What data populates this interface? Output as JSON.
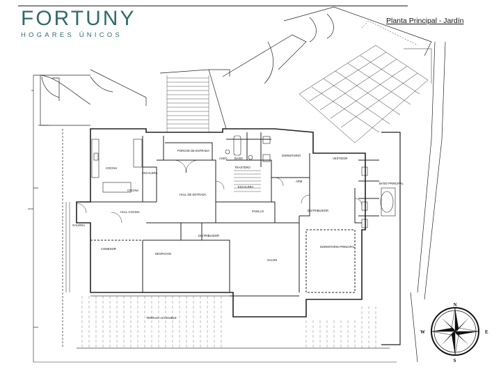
{
  "brand": {
    "name": "FORTUNY",
    "tagline": "HOGARES ÚNICOS",
    "color": "#2f6b6a"
  },
  "plan_title": "Planta Principal - Jardín",
  "rooms": {
    "cocina": "COCINA",
    "escalera_1": "ESCALERA",
    "cocina_2": "COCINA",
    "hall_cocina": "HALL COCINA",
    "galeria": "GALERIA",
    "comedor": "COMEDOR",
    "porche": "PORCHE DE ENTRADA",
    "hall_entrada": "HALL DE ENTRADA",
    "aseo": "ASEO",
    "bano": "BAÑO",
    "trastero": "TRASTERO",
    "escalera_2": "ESCALERA",
    "pasillo": "PASILLO",
    "dormitorio": "DORMITORIO",
    "arm": "ARM",
    "vestidor": "VESTIDOR",
    "distribuidor_1": "DISTRIBUIDOR",
    "distribuidor_2": "DISTRIBUIDOR",
    "despacho": "DESPACHO",
    "salon": "SALON",
    "dormitorio_principal": "DORMITORIO PRINCIPAL",
    "terraza": "TERRAZA ACCESIBLE",
    "bano_principal": "BAÑO PRINCIPAL"
  },
  "compass": {
    "north": "N",
    "south": "S",
    "east": "E",
    "west": "W"
  }
}
